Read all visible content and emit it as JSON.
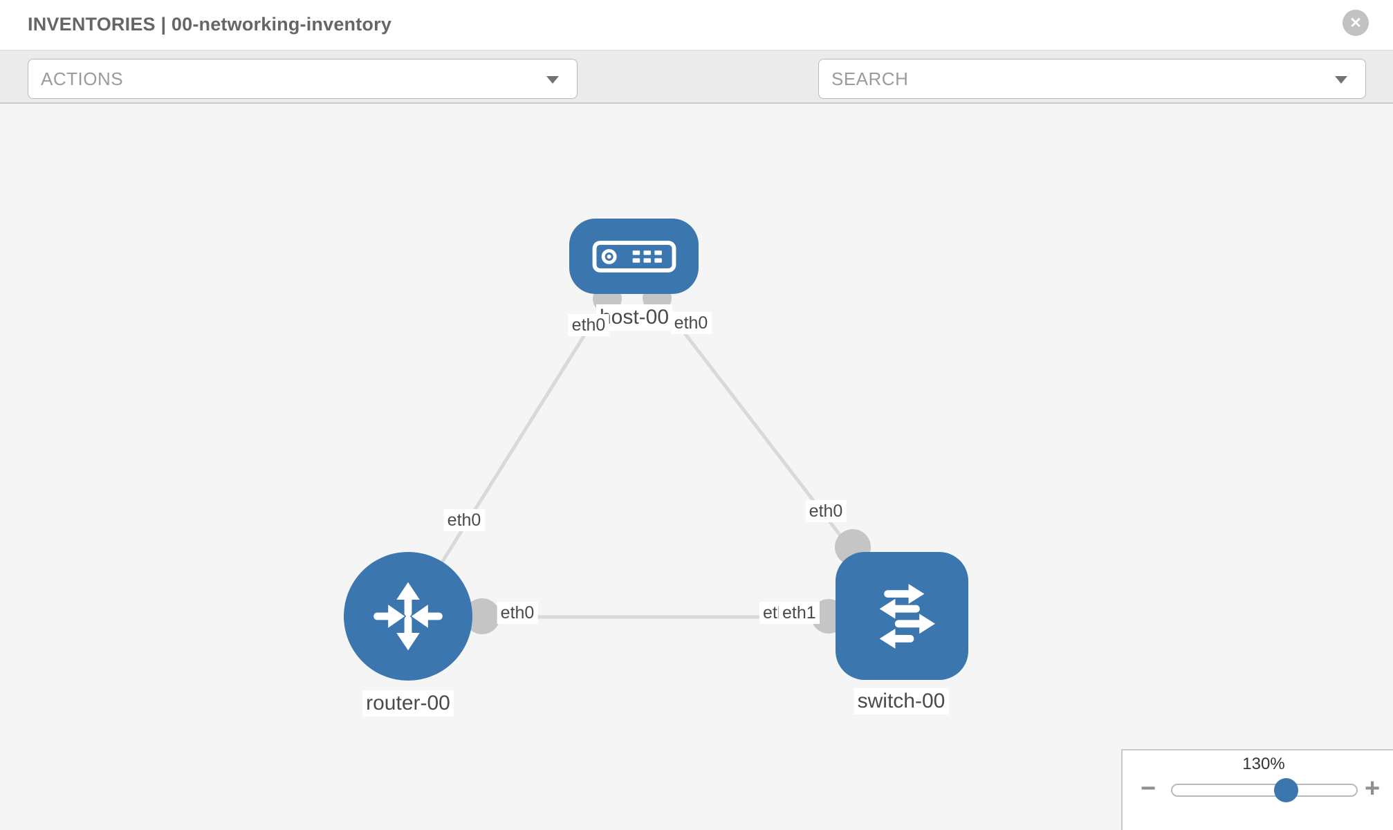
{
  "header": {
    "title": "INVENTORIES | 00-networking-inventory",
    "close_glyph": "✕"
  },
  "toolbar": {
    "actions": {
      "label": "ACTIONS"
    },
    "search": {
      "label": "SEARCH"
    },
    "icons": [
      "wrench-icon",
      "key-icon"
    ]
  },
  "canvas": {
    "nodes": [
      {
        "id": "host-00",
        "label": "host-00",
        "type": "host",
        "shape": "rounded-rect"
      },
      {
        "id": "router-00",
        "label": "router-00",
        "type": "router",
        "shape": "circle"
      },
      {
        "id": "switch-00",
        "label": "switch-00",
        "type": "switch",
        "shape": "rounded-square"
      }
    ],
    "links": [
      {
        "from": "host-00",
        "to": "router-00"
      },
      {
        "from": "host-00",
        "to": "switch-00"
      },
      {
        "from": "router-00",
        "to": "switch-00"
      }
    ],
    "interface_labels": {
      "host_side_left": "eth0",
      "host_side_right": "eth0",
      "host_router_mid": "eth0",
      "host_switch_switch_side": "eth0",
      "rs_router_side": "eth0",
      "rs_switch_side_back": "eth0",
      "rs_switch_side_front": "eth1"
    }
  },
  "zoom_control": {
    "value": "130%",
    "minus_glyph": "−",
    "plus_glyph": "+"
  },
  "colors": {
    "node_blue": "#3b76af",
    "link_gray": "#d9d9d9",
    "connector_gray": "#c5c5c5",
    "canvas_bg": "#f5f5f5",
    "toolbar_bg": "#ebebeb"
  }
}
